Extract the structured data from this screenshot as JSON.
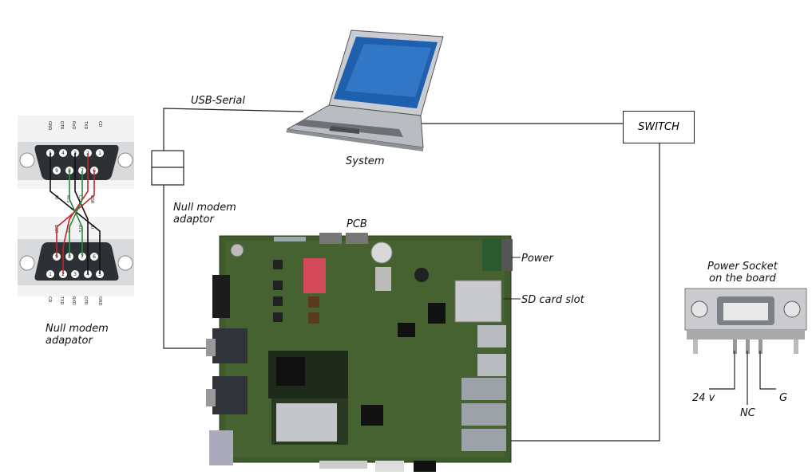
{
  "labels": {
    "usb_serial": "USB-Serial",
    "system": "System",
    "switch": "SWITCH",
    "null_modem_adaptor": "Null modem\nadaptor",
    "null_modem_adapator": "Null modem\nadapator",
    "pcb": "PCB",
    "power": "Power",
    "sd_card_slot": "SD card slot",
    "power_socket": "Power Socket\non the board",
    "v24": "24 v",
    "nc": "NC",
    "g": "G"
  },
  "db9_top_pins": [
    "GND",
    "DTR",
    "RxD",
    "TXD",
    "CD"
  ],
  "db9_top_pins_bottom": [
    "RI",
    "RTS",
    "CTS",
    "DSR"
  ],
  "db9_bottom_pins_top": [
    "DSR",
    "CTS",
    "RTS",
    "RI"
  ],
  "db9_bottom_pins": [
    "CD",
    "TXD",
    "RXD",
    "DTR",
    "GND"
  ],
  "pin_numbers_top": [
    "5",
    "4",
    "3",
    "2",
    "1",
    "9",
    "8",
    "7",
    "6"
  ],
  "pin_numbers_bottom": [
    "9",
    "8",
    "7",
    "6",
    "1",
    "2",
    "3",
    "4",
    "5"
  ],
  "colors": {
    "line": "#222222",
    "pcb": "#3f5a2c",
    "wire_red": "#c0262b",
    "wire_green": "#2e8a3a"
  }
}
